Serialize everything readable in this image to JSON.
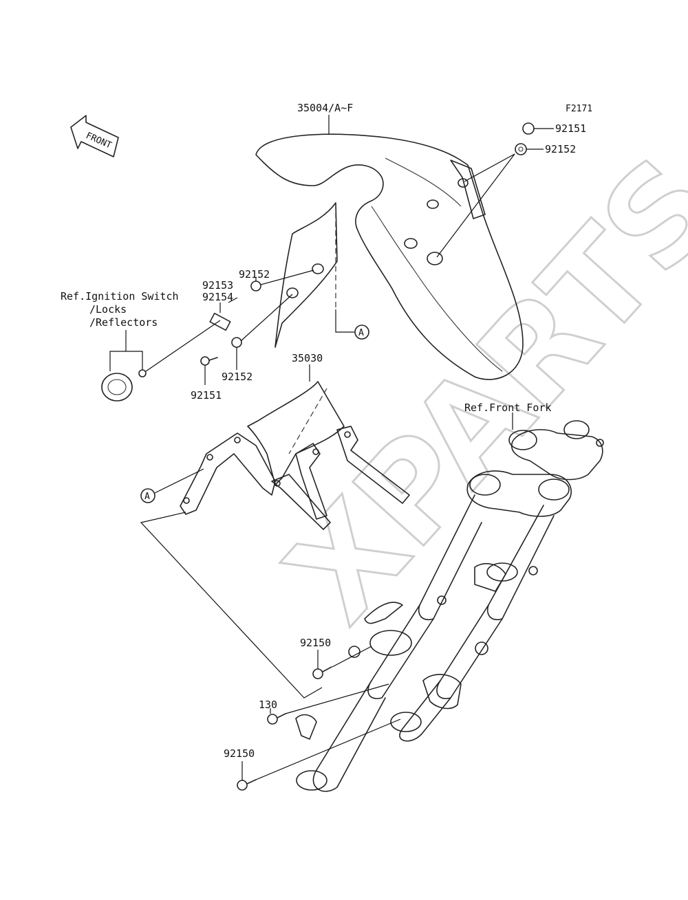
{
  "diagram": {
    "code": "F2171",
    "front_arrow_label": "FRONT",
    "watermark": "XPARTS",
    "labels": {
      "fender": "35004/A~F",
      "upper_bolt": "92151",
      "upper_washer": "92152",
      "washer_a": "92152",
      "stud_a": "92153",
      "stud_b": "92154",
      "washer_b": "92152",
      "bolt_left": "92151",
      "bracket": "35030",
      "ref_ignition_1": "Ref.Ignition Switch",
      "ref_ignition_2": "/Locks",
      "ref_ignition_3": "/Reflectors",
      "ref_front_fork": "Ref.Front Fork",
      "bolt_fork_upper": "92150",
      "bolt_130": "130",
      "bolt_fork_lower": "92150",
      "ref_mark_a": "A"
    }
  }
}
